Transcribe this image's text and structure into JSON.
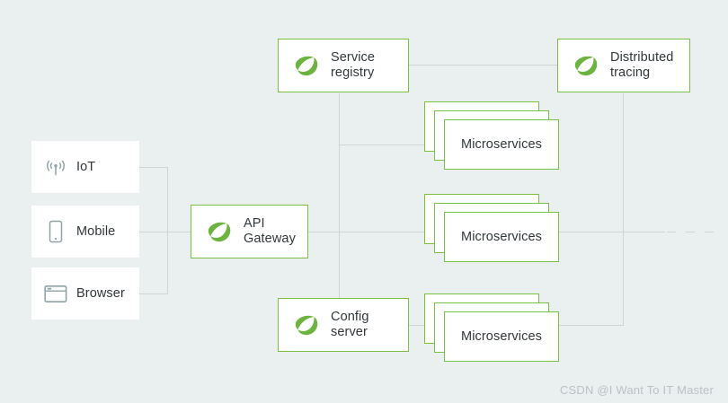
{
  "diagram": {
    "background_color": "#eaeff0",
    "accent_color": "#7ac043",
    "line_color": "#cdd6d7",
    "text_color": "#31373a"
  },
  "clients": [
    {
      "label": "IoT",
      "icon": "wifi-signal-icon"
    },
    {
      "label": "Mobile",
      "icon": "mobile-phone-icon"
    },
    {
      "label": "Browser",
      "icon": "browser-window-icon"
    }
  ],
  "gateway": {
    "label": "API\nGateway",
    "line1": "API",
    "line2": "Gateway",
    "icon": "spring-leaf-icon"
  },
  "services": [
    {
      "id": "service-registry",
      "line1": "Service",
      "line2": "registry",
      "icon": "spring-leaf-icon"
    },
    {
      "id": "distributed-tracing",
      "line1": "Distributed",
      "line2": "tracing",
      "icon": "spring-leaf-icon"
    },
    {
      "id": "config-server",
      "line1": "Config",
      "line2": "server",
      "icon": "spring-leaf-icon"
    }
  ],
  "microservices": [
    {
      "label": "Microservices"
    },
    {
      "label": "Microservices"
    },
    {
      "label": "Microservices"
    }
  ],
  "watermark": "CSDN @I Want To IT Master"
}
